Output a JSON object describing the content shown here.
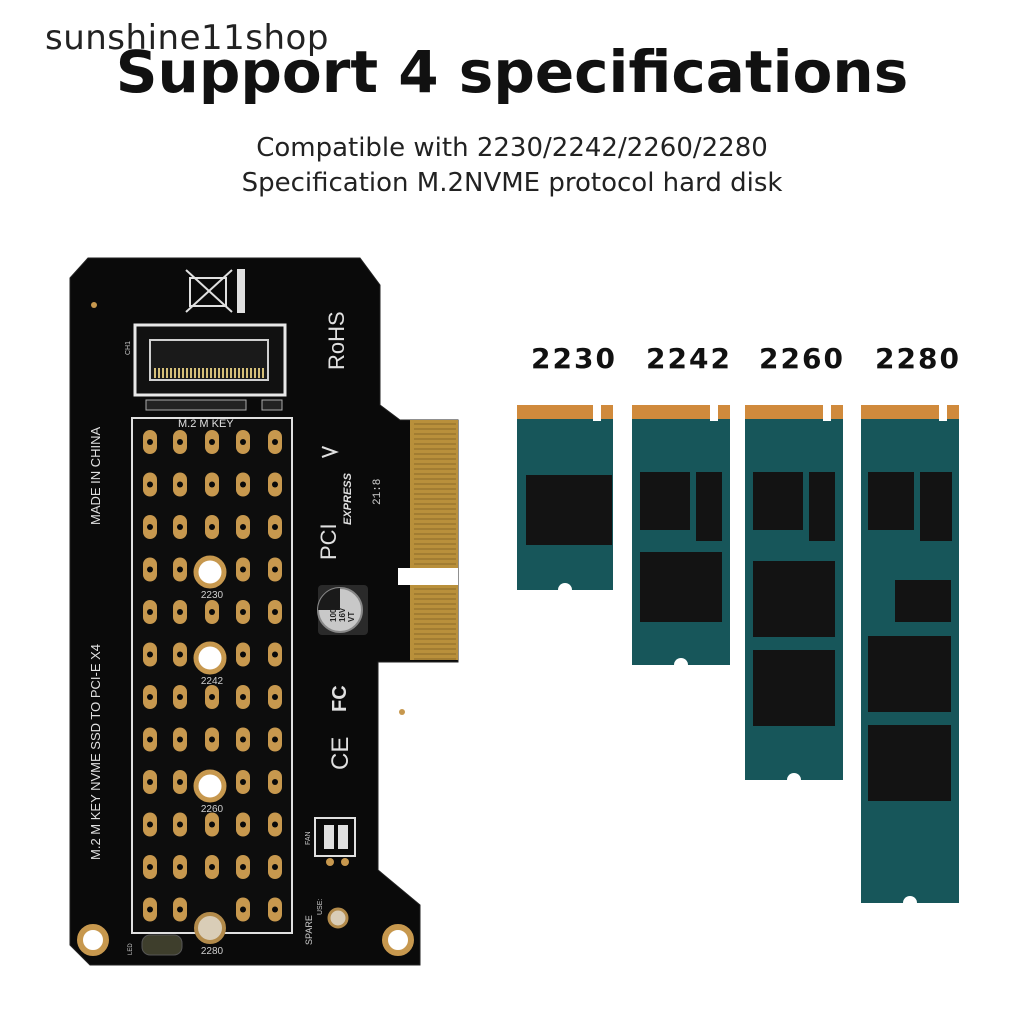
{
  "watermark": "sunshine11shop",
  "title": "Support 4 specifications",
  "subtitle_line1": "Compatible with 2230/2242/2260/2280",
  "subtitle_line2": "Specification M.2NVME protocol hard disk",
  "board": {
    "rohs": "RoHS",
    "made_in": "MADE IN CHINA",
    "product_name": "M.2 M KEY NVME SSD TO PCI-E X4",
    "key_label": "M.2 M KEY",
    "pci_text": "PCI",
    "express_text": "EXPRESS",
    "date_code": "21:8",
    "standoff_2230": "2230",
    "standoff_2242": "2242",
    "standoff_2260": "2260",
    "standoff_2280": "2280",
    "cap_line1": "100",
    "cap_line2": "16V",
    "cap_line3": "VT",
    "fcc": "FC",
    "ce": "CE",
    "fan": "FAN",
    "spare": "SPARE",
    "use": "USE:",
    "led": "LED",
    "ch1": "CH1"
  },
  "ssd_sizes": [
    {
      "label": "2230"
    },
    {
      "label": "2242"
    },
    {
      "label": "2260"
    },
    {
      "label": "2280"
    }
  ],
  "colors": {
    "pcb": "#0a0a0a",
    "gold": "#c8963e",
    "pad_copper": "#c7984e",
    "ssd_green": "#17565a",
    "ssd_chip": "#131313",
    "ssd_edge": "#d08a3c"
  }
}
